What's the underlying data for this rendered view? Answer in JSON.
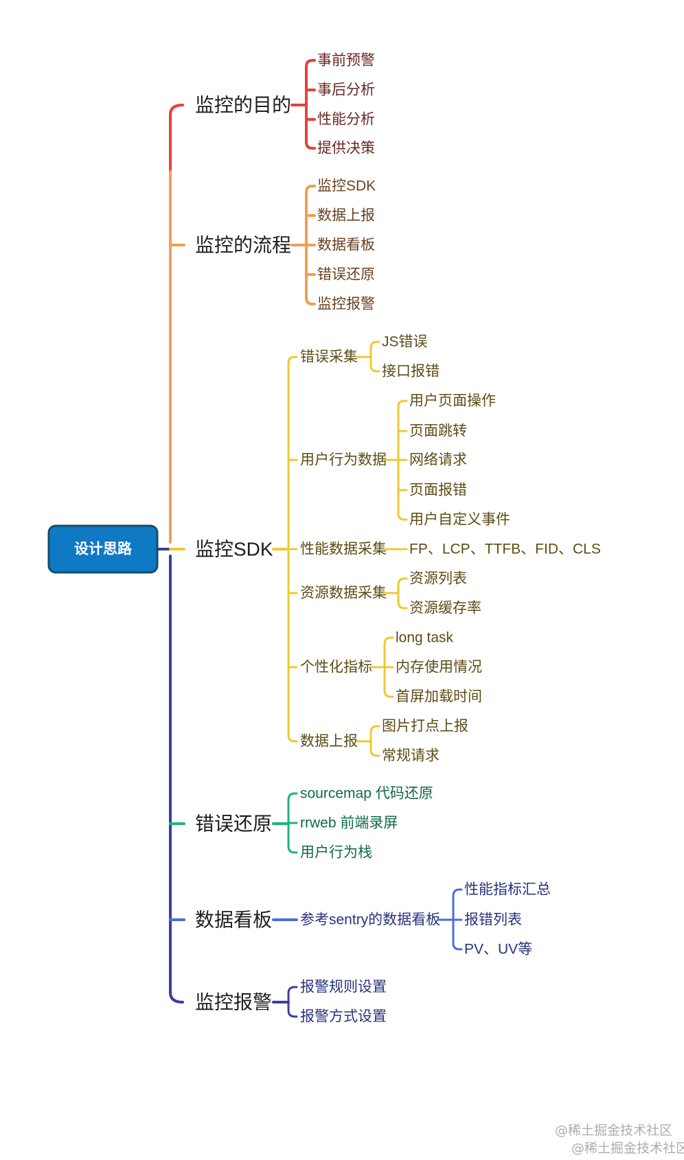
{
  "colors": {
    "c1": "#e5413b",
    "c2": "#f0a050",
    "c3": "#f0c830",
    "c4": "#1fb37a",
    "c5": "#4a6ee0",
    "c6": "#3c3c9e",
    "root_fill": "#1079c4",
    "root_border": "#0f4e6e",
    "text_red": "#6b2622",
    "text_orange": "#6a3f1e",
    "text_yellow": "#5c4c14",
    "text_green": "#0f6a48",
    "text_blue": "#27337c"
  },
  "root": {
    "label": "设计思路"
  },
  "branches": [
    {
      "label": "监控的目的",
      "color": "c1",
      "children": [
        {
          "label": "事前预警"
        },
        {
          "label": "事后分析"
        },
        {
          "label": "性能分析"
        },
        {
          "label": "提供决策"
        }
      ]
    },
    {
      "label": "监控的流程",
      "color": "c2",
      "children": [
        {
          "label": "监控SDK"
        },
        {
          "label": "数据上报"
        },
        {
          "label": "数据看板"
        },
        {
          "label": "错误还原"
        },
        {
          "label": "监控报警"
        }
      ]
    },
    {
      "label": "监控SDK",
      "color": "c3",
      "children": [
        {
          "label": "错误采集",
          "children": [
            {
              "label": "JS错误"
            },
            {
              "label": "接口报错"
            }
          ]
        },
        {
          "label": "用户行为数据",
          "children": [
            {
              "label": "用户页面操作"
            },
            {
              "label": "页面跳转"
            },
            {
              "label": "网络请求"
            },
            {
              "label": "页面报错"
            },
            {
              "label": "用户自定义事件"
            }
          ]
        },
        {
          "label": "性能数据采集",
          "children": [
            {
              "label": "FP、LCP、TTFB、FID、CLS"
            }
          ]
        },
        {
          "label": "资源数据采集",
          "children": [
            {
              "label": "资源列表"
            },
            {
              "label": "资源缓存率"
            }
          ]
        },
        {
          "label": "个性化指标",
          "children": [
            {
              "label": "long task"
            },
            {
              "label": "内存使用情况"
            },
            {
              "label": "首屏加载时间"
            }
          ]
        },
        {
          "label": "数据上报",
          "children": [
            {
              "label": "图片打点上报"
            },
            {
              "label": "常规请求"
            }
          ]
        }
      ]
    },
    {
      "label": "错误还原",
      "color": "c4",
      "children": [
        {
          "label": "sourcemap 代码还原"
        },
        {
          "label": "rrweb 前端录屏"
        },
        {
          "label": "用户行为栈"
        }
      ]
    },
    {
      "label": "数据看板",
      "color": "c5",
      "children": [
        {
          "label": "参考sentry的数据看板",
          "children": [
            {
              "label": "性能指标汇总"
            },
            {
              "label": "报错列表"
            },
            {
              "label": "PV、UV等"
            }
          ]
        }
      ]
    },
    {
      "label": "监控报警",
      "color": "c6",
      "children": [
        {
          "label": "报警规则设置"
        },
        {
          "label": "报警方式设置"
        }
      ]
    }
  ],
  "watermark": {
    "line1": "@稀土掘金技术社区",
    "line2": "@稀土掘金技术社区"
  }
}
